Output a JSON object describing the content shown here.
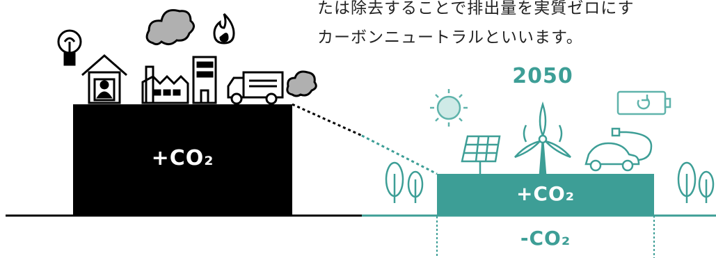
{
  "caption": {
    "line1": "たは除去することで排出量を実質ゼロにす",
    "line2": "カーボンニュートラルといいます。"
  },
  "left_box": {
    "label": "+CO₂"
  },
  "right_box": {
    "year": "2050",
    "plus_label": "+CO₂",
    "minus_label": "-CO₂"
  },
  "colors": {
    "black": "#000000",
    "teal": "#3d9e96",
    "teal_light": "#5fb3ab",
    "gray": "#b0b0b0",
    "white": "#ffffff"
  },
  "icons": [
    "lightbulb-icon",
    "house-person-icon",
    "factory-icon",
    "smoke-cloud-icon",
    "fire-icon",
    "building-icon",
    "truck-icon",
    "exhaust-cloud-icon",
    "sun-icon",
    "solar-panel-icon",
    "wind-turbine-icon",
    "electric-car-icon",
    "battery-charging-icon",
    "tree-icon"
  ]
}
